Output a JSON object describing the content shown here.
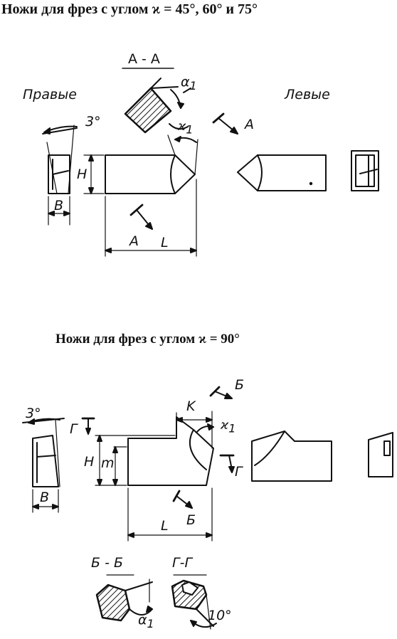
{
  "section_1": {
    "title": "Ножи для фрез с углом ϰ = 45°, 60° и 75°",
    "section_label": "A - A",
    "label_right": "Правые",
    "label_left": "Левые",
    "alpha": "α",
    "alpha_sub": "1",
    "kappa": "ϰ",
    "kappa_sub": "1",
    "angle_3": "3°",
    "dim_H": "H",
    "dim_B": "B",
    "dim_L": "L",
    "mark_A_top": "A",
    "mark_A_bottom": "A"
  },
  "section_2": {
    "title": "Ножи для фрез с углом ϰ = 90°",
    "angle_3": "3°",
    "mark_G_top": "Г",
    "mark_B_top": "Б",
    "dim_K": "K",
    "kappa": "ϰ",
    "kappa_sub": "1",
    "dim_H": "H",
    "dim_m": "m",
    "mark_G_right": "Г",
    "dim_B": "B",
    "dim_L": "L",
    "mark_B_bottom": "Б",
    "section_B": "Б - Б",
    "section_G": "Г-Г",
    "alpha": "α",
    "alpha_sub": "1",
    "angle_10": "10°"
  }
}
